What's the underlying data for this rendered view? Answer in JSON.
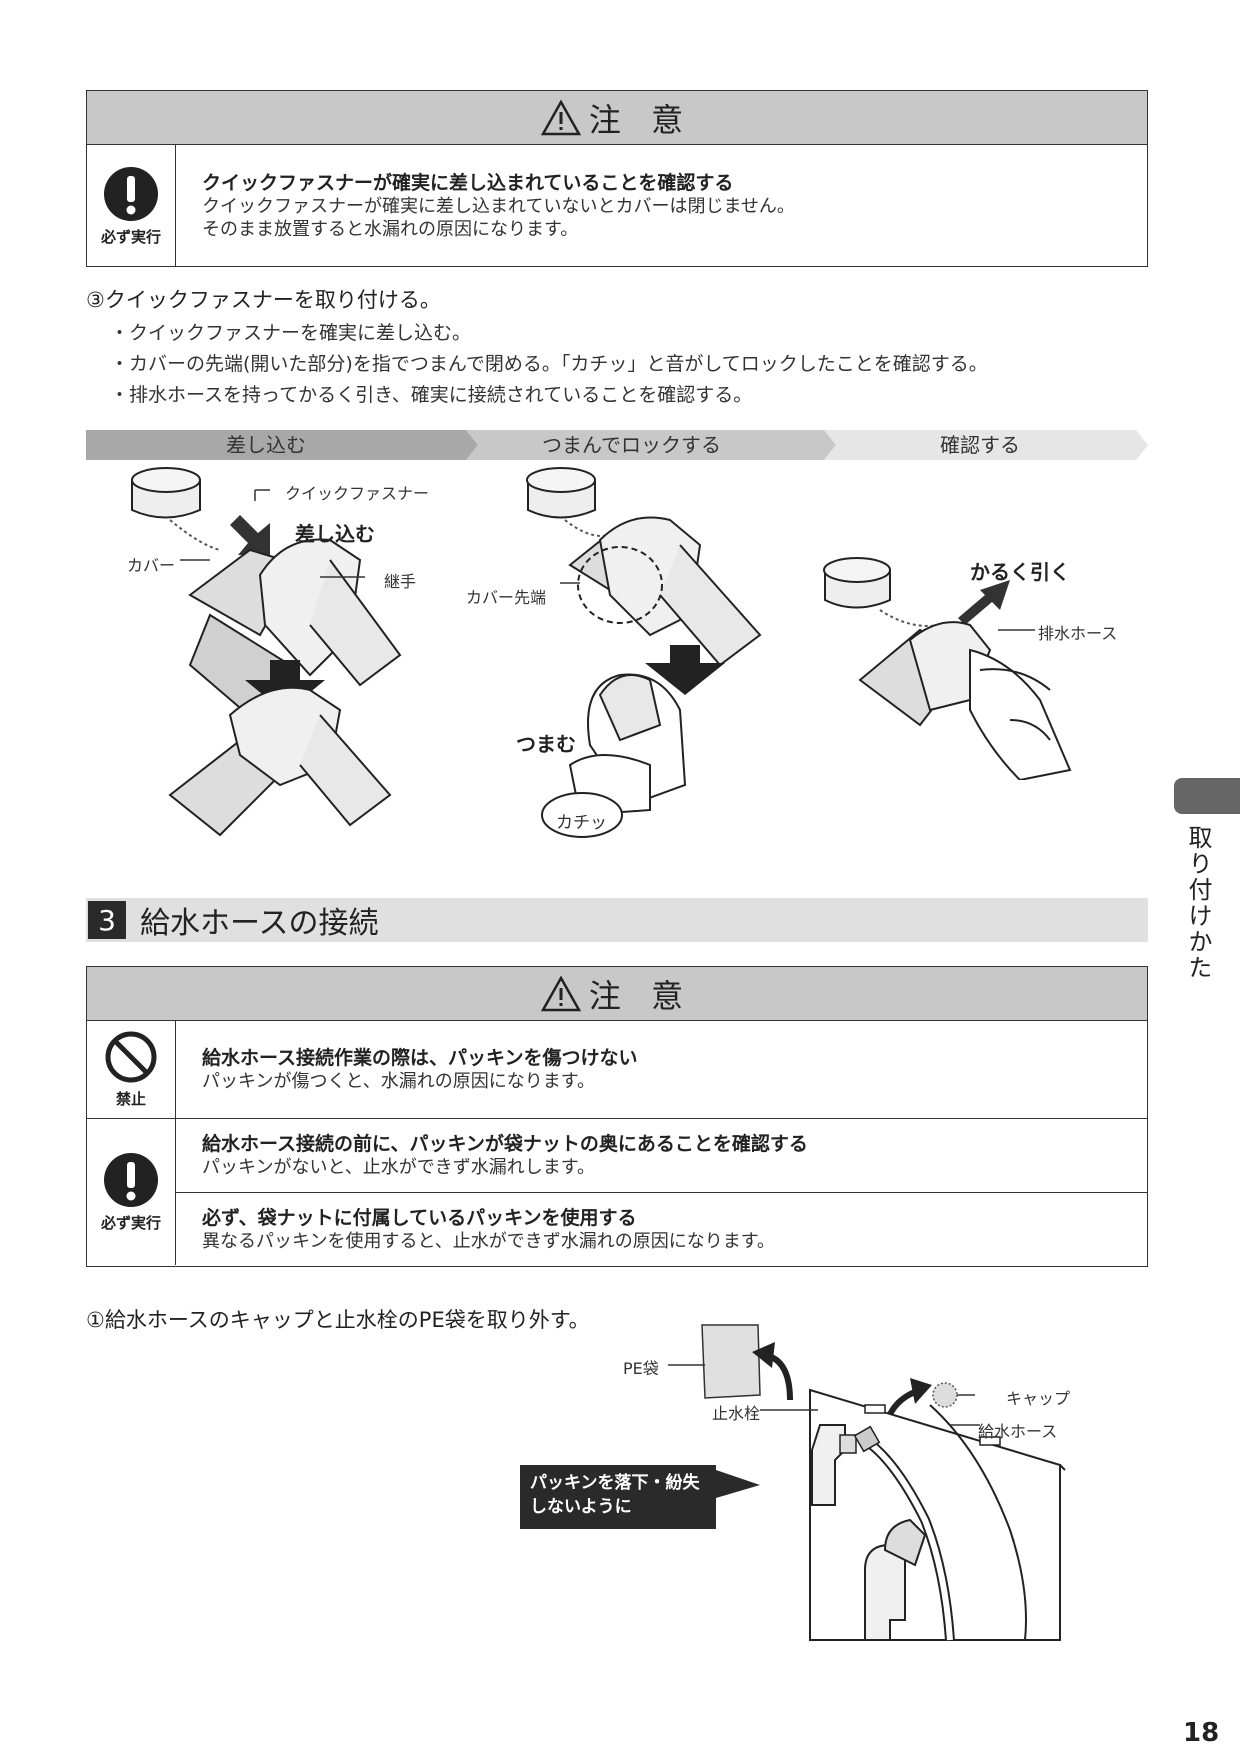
{
  "caution1": {
    "heading": "注 意",
    "icon_label": "必ず実行",
    "title": "クイックファスナーが確実に差し込まれていることを確認する",
    "lines": [
      "クイックファスナーが確実に差し込まれていないとカバーは閉じません。",
      "そのまま放置すると水漏れの原因になります。"
    ]
  },
  "step3": {
    "title": "③クイックファスナーを取り付ける。",
    "bullets": [
      "・クイックファスナーを確実に差し込む。",
      "・カバーの先端(開いた部分)を指でつまんで閉める。「カチッ」と音がしてロックしたことを確認する。",
      "・排水ホースを持ってかるく引き、確実に接続されていることを確認する。"
    ]
  },
  "banner": [
    "差し込む",
    "つまんでロックする",
    "確認する"
  ],
  "fig1": {
    "quick_fastener": "クイックファスナー",
    "insert": "差し込む",
    "cover": "カバー",
    "joint": "継手"
  },
  "fig2": {
    "cover_tip": "カバー先端",
    "pinch": "つまむ",
    "click": "カチッ"
  },
  "fig3": {
    "pull": "かるく引く",
    "drain_hose": "排水ホース"
  },
  "section": {
    "number": "3",
    "title": "給水ホースの接続"
  },
  "caution2": {
    "heading": "注 意",
    "row1": {
      "icon_label": "禁止",
      "title": "給水ホース接続作業の際は、パッキンを傷つけない",
      "desc": "パッキンが傷つくと、水漏れの原因になります。"
    },
    "row2": {
      "icon_label": "必ず実行",
      "items": [
        {
          "title": "給水ホース接続の前に、パッキンが袋ナットの奥にあることを確認する",
          "desc": "パッキンがないと、止水ができず水漏れします。"
        },
        {
          "title": "必ず、袋ナットに付属しているパッキンを使用する",
          "desc": "異なるパッキンを使用すると、止水ができず水漏れの原因になります。"
        }
      ]
    }
  },
  "step1": {
    "title": "①給水ホースのキャップと止水栓のPE袋を取り外す。"
  },
  "fig4": {
    "pe_bag": "PE袋",
    "stop_valve": "止水栓",
    "cap": "キャップ",
    "supply_hose": "給水ホース",
    "note_line1": "パッキンを落下・紛失",
    "note_line2": "しないように"
  },
  "side_tab_text": "取り付けかた",
  "page_number": "18"
}
